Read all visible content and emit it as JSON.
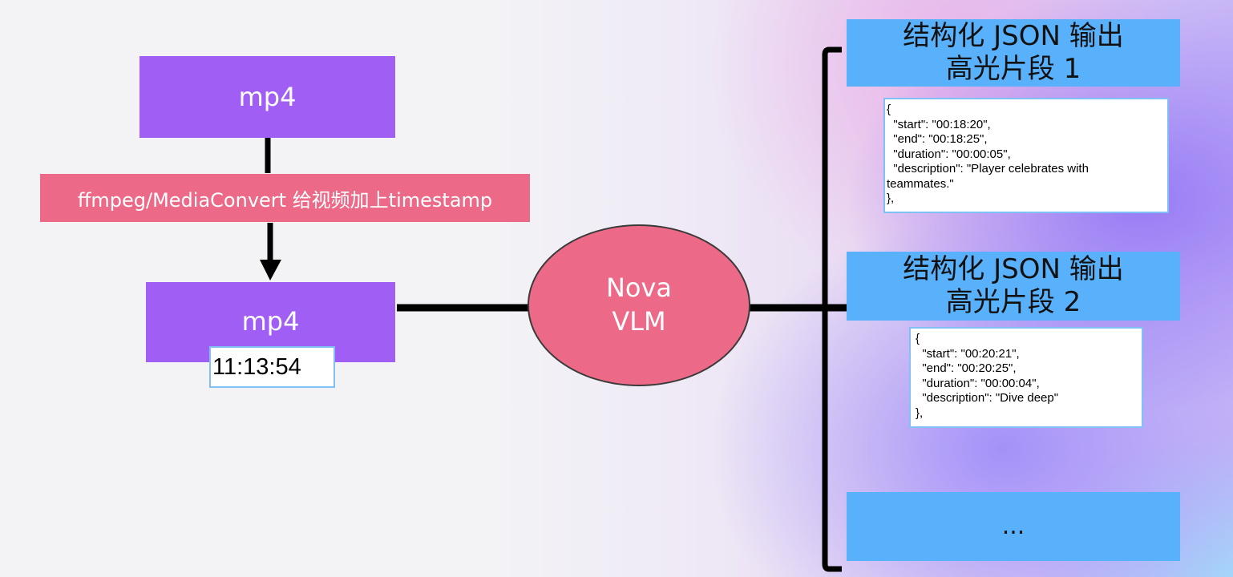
{
  "source_node": {
    "label": "mp4"
  },
  "process_node": {
    "label": "ffmpeg/MediaConvert 给视频加上timestamp"
  },
  "stamped_node": {
    "label": "mp4",
    "timestamp": "11:13:54"
  },
  "model_node": {
    "line1": "Nova",
    "line2": "VLM"
  },
  "outputs": [
    {
      "title_line1": "结构化 JSON 输出",
      "title_line2": "高光片段 1",
      "json": "{\n  \"start\": \"00:18:20\",\n  \"end\": \"00:18:25\",\n  \"duration\": \"00:00:05\",\n  \"description\": \"Player celebrates with\nteammates.\"\n},"
    },
    {
      "title_line1": "结构化 JSON 输出",
      "title_line2": "高光片段 2",
      "json": "{\n  \"start\": \"00:20:21\",\n  \"end\": \"00:20:25\",\n  \"duration\": \"00:00:04\",\n  \"description\": \"Dive deep\"\n},"
    },
    {
      "title_line1": "...",
      "title_line2": ""
    }
  ],
  "colors": {
    "purple": "#a05ef5",
    "pink": "#ec6a87",
    "blue": "#5ab1fb",
    "connector": "#000000"
  }
}
